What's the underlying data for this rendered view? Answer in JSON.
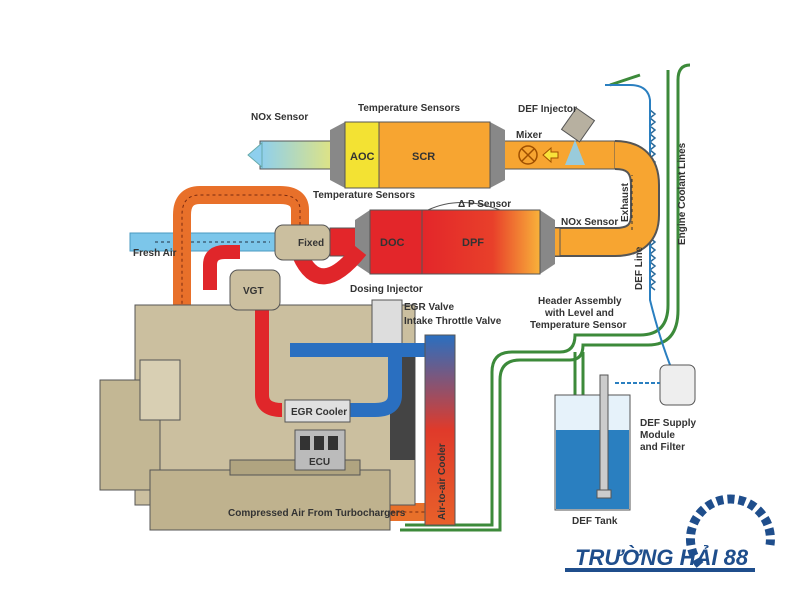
{
  "labels": {
    "nox_sensor_top": "NOx Sensor",
    "temp_sensors_top": "Temperature Sensors",
    "def_injector": "DEF Injector",
    "mixer": "Mixer",
    "aoc": "AOC",
    "scr": "SCR",
    "temp_sensors_bottom": "Temperature Sensors",
    "dp_sensor": "Δ P Sensor",
    "nox_sensor_bottom": "NOx Sensor",
    "exhaust": "Exhaust",
    "engine_coolant_lines": "Engine Coolant Lines",
    "def_line": "DEF Line",
    "fresh_air": "Fresh Air",
    "fixed": "Fixed",
    "doc": "DOC",
    "dpf": "DPF",
    "vgt": "VGT",
    "dosing_injector": "Dosing Injector",
    "egr_valve": "EGR Valve",
    "intake_throttle_valve": "Intake Throttle Valve",
    "header_assembly": [
      "Header Assembly",
      "with Level and",
      "Temperature Sensor"
    ],
    "egr_cooler": "EGR Cooler",
    "ecu": "ECU",
    "def_supply": [
      "DEF Supply",
      "Module",
      "and Filter"
    ],
    "air_to_air_cooler": "Air-to-air Cooler",
    "compressed_air": "Compressed Air From Turbochargers",
    "def_tank": "DEF Tank"
  },
  "logo": {
    "text": "TRƯỜNG HẢI 88"
  },
  "colors": {
    "exhaust_orange": "#f7a531",
    "hot_red": "#e0262a",
    "fresh_air_blue": "#7cc6ea",
    "coolant_green": "#3c8a3a",
    "def_blue": "#2a7fc0",
    "engine": "#cbbf9f",
    "brand": "#1f4e8c"
  }
}
